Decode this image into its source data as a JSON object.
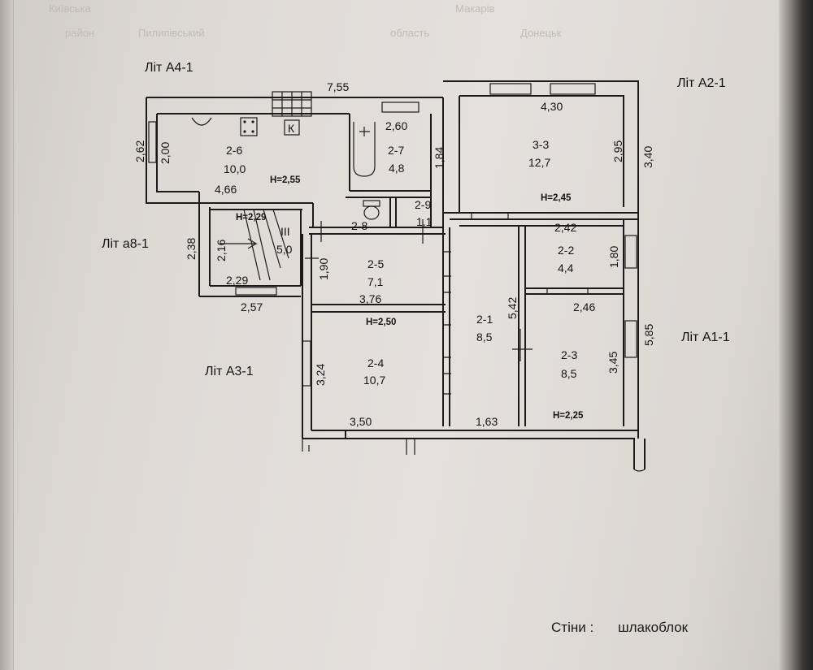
{
  "header_ghost": [
    "Київська",
    "Макарів",
    "район",
    "Пилипівський",
    "область",
    "Донецьк"
  ],
  "building_labels": {
    "a4": "Літ А4-1",
    "a2": "Літ А2-1",
    "a8": "Літ а8-1",
    "a3": "Літ А3-1",
    "a1": "Літ А1-1"
  },
  "rooms": {
    "r26": {
      "id": "2-6",
      "area": "10,0",
      "height": "Н=2,55"
    },
    "r27": {
      "id": "2-7",
      "area": "4,8"
    },
    "r33": {
      "id": "3-3",
      "area": "12,7",
      "height": "Н=2,45"
    },
    "r29": {
      "id": "2-9",
      "area": "1,1"
    },
    "r28": {
      "id": "2-8"
    },
    "r3": {
      "id": "III",
      "area": "5,0",
      "height": "Н=2,29"
    },
    "r25": {
      "id": "2-5",
      "area": "7,1"
    },
    "r24": {
      "id": "2-4",
      "area": "10,7",
      "height": "Н=2,50"
    },
    "r21": {
      "id": "2-1",
      "area": "8,5"
    },
    "r22": {
      "id": "2-2",
      "area": "4,4"
    },
    "r23": {
      "id": "2-3",
      "area": "8,5",
      "height": "Н=2,25"
    }
  },
  "dimensions": {
    "d755": "7,55",
    "d430": "4,30",
    "d260": "2,60",
    "d262": "2,62",
    "d200": "2,00",
    "d184": "1,84",
    "d295": "2,95",
    "d340": "3,40",
    "d466": "4,66",
    "d242": "2,42",
    "d238": "2,38",
    "d216": "2,16",
    "d190": "1,90",
    "d180": "1,80",
    "d542": "5,42",
    "d229": "2,29",
    "d257": "2,57",
    "d376": "3,76",
    "d246": "2,46",
    "d585": "5,85",
    "d345": "3,45",
    "d324": "3,24",
    "d350": "3,50",
    "d163": "1,63"
  },
  "fixture_k": "К",
  "footer": {
    "label": "Стіни :",
    "value": "шлакоблок"
  }
}
